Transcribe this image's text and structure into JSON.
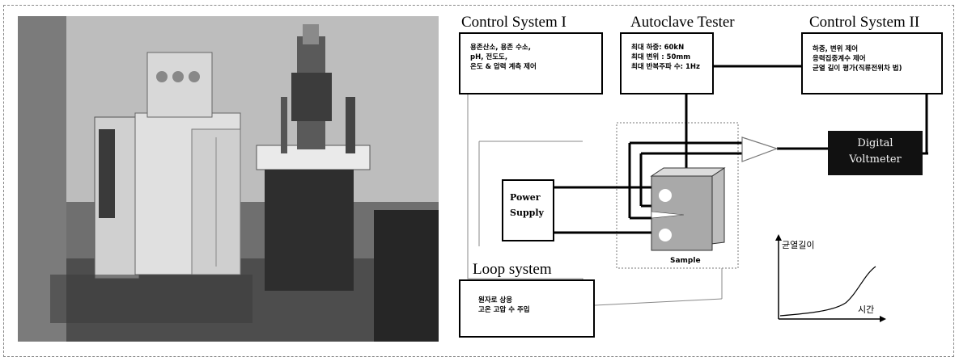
{
  "photo": {
    "icon": "laboratory-equipment-photo"
  },
  "diagram": {
    "control_system_1": {
      "title": "Control System I",
      "lines": [
        "용존산소, 용존 수소,",
        "pH, 전도도,",
        "온도 & 압력 계측 제어"
      ]
    },
    "autoclave_tester": {
      "title": "Autoclave Tester",
      "lines": [
        "최대 하중: 60kN",
        "최대 변위 : 50mm",
        "최대 반복주파 수: 1Hz"
      ]
    },
    "control_system_2": {
      "title": "Control System II",
      "lines": [
        "하중, 변위 제어",
        "응력집중계수 제어",
        "균열 길이 평가(직류전위차 법)"
      ]
    },
    "digital_voltmeter": {
      "line1": "Digital",
      "line2": "Voltmeter"
    },
    "power_supply": {
      "line1": "Power",
      "line2": "Supply"
    },
    "sample": {
      "label": "Sample"
    },
    "loop_system": {
      "title": "Loop system",
      "lines": [
        "원자로 상응",
        "고온 고압 수 주입"
      ]
    },
    "graph": {
      "ylabel": "균열길이",
      "xlabel": "시간"
    }
  }
}
